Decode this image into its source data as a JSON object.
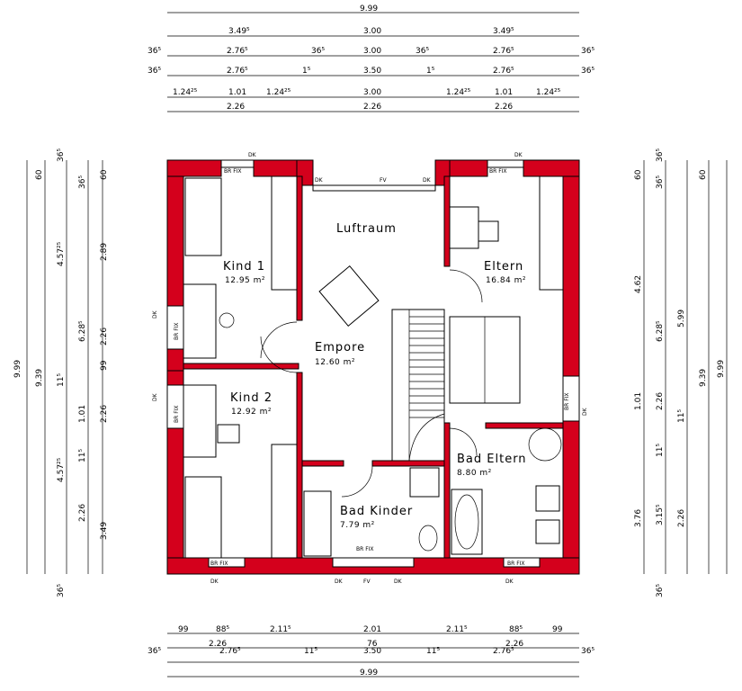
{
  "rooms": [
    {
      "name": "Luftraum",
      "area": ""
    },
    {
      "name": "Kind 1",
      "area": "12.95 m²"
    },
    {
      "name": "Eltern",
      "area": "16.84 m²"
    },
    {
      "name": "Empore",
      "area": "12.60 m²"
    },
    {
      "name": "Kind 2",
      "area": "12.92 m²"
    },
    {
      "name": "Bad Eltern",
      "area": "8.80 m²"
    },
    {
      "name": "Bad Kinder",
      "area": "7.79 m²"
    }
  ],
  "labels": {
    "dk": "DK",
    "fv": "FV",
    "br_fix": "BR FIX"
  },
  "dims_top": {
    "total": "9.99",
    "r1": [
      "3.49⁵",
      "3.00",
      "3.49⁵"
    ],
    "r2": [
      "36⁵",
      "2.76⁵",
      "36⁵",
      "3.00",
      "36⁵",
      "2.76⁵",
      "36⁵"
    ],
    "r3": [
      "36⁵",
      "2.76⁵",
      "1⁵",
      "3.50",
      "1⁵",
      "2.76⁵",
      "36⁵"
    ],
    "r4": [
      "1.24²⁵",
      "1.01",
      "1.24²⁵",
      "3.00",
      "1.24²⁵",
      "1.01",
      "1.24²⁵"
    ],
    "r5": [
      "2.26",
      "2.26",
      "2.26"
    ]
  },
  "dims_bottom": {
    "r1": [
      "99",
      "88⁵",
      "2.11⁵",
      "2.01",
      "2.11⁵",
      "88⁵",
      "99"
    ],
    "r2": [
      "2.26",
      "76",
      "2.26"
    ],
    "r3": [
      "36⁵",
      "2.76⁵",
      "11⁵",
      "3.50",
      "11⁵",
      "2.76⁵",
      "36⁵"
    ],
    "total": "9.99"
  },
  "dims_left": {
    "total": "9.99",
    "inner": "9.39",
    "a": [
      "36⁵",
      "4.57²⁵",
      "11⁵",
      "4.57²⁵",
      "36⁵"
    ],
    "b": [
      "60",
      "36⁵",
      "6.28⁵",
      "3.49"
    ],
    "c": [
      "60",
      "2.89",
      "2.26",
      "99",
      "2.26",
      "1.01",
      "2.26",
      "11⁵"
    ]
  },
  "dims_right": {
    "total": "9.99",
    "inner": "9.39",
    "a": [
      "36⁵",
      "4.62",
      "1.01",
      "3.76",
      "36⁵"
    ],
    "b": [
      "60",
      "36⁵",
      "6.28⁵",
      "2.26",
      "11⁵",
      "3.15⁵"
    ],
    "c": [
      "60",
      "5.99",
      "11⁵",
      "2.26"
    ]
  }
}
